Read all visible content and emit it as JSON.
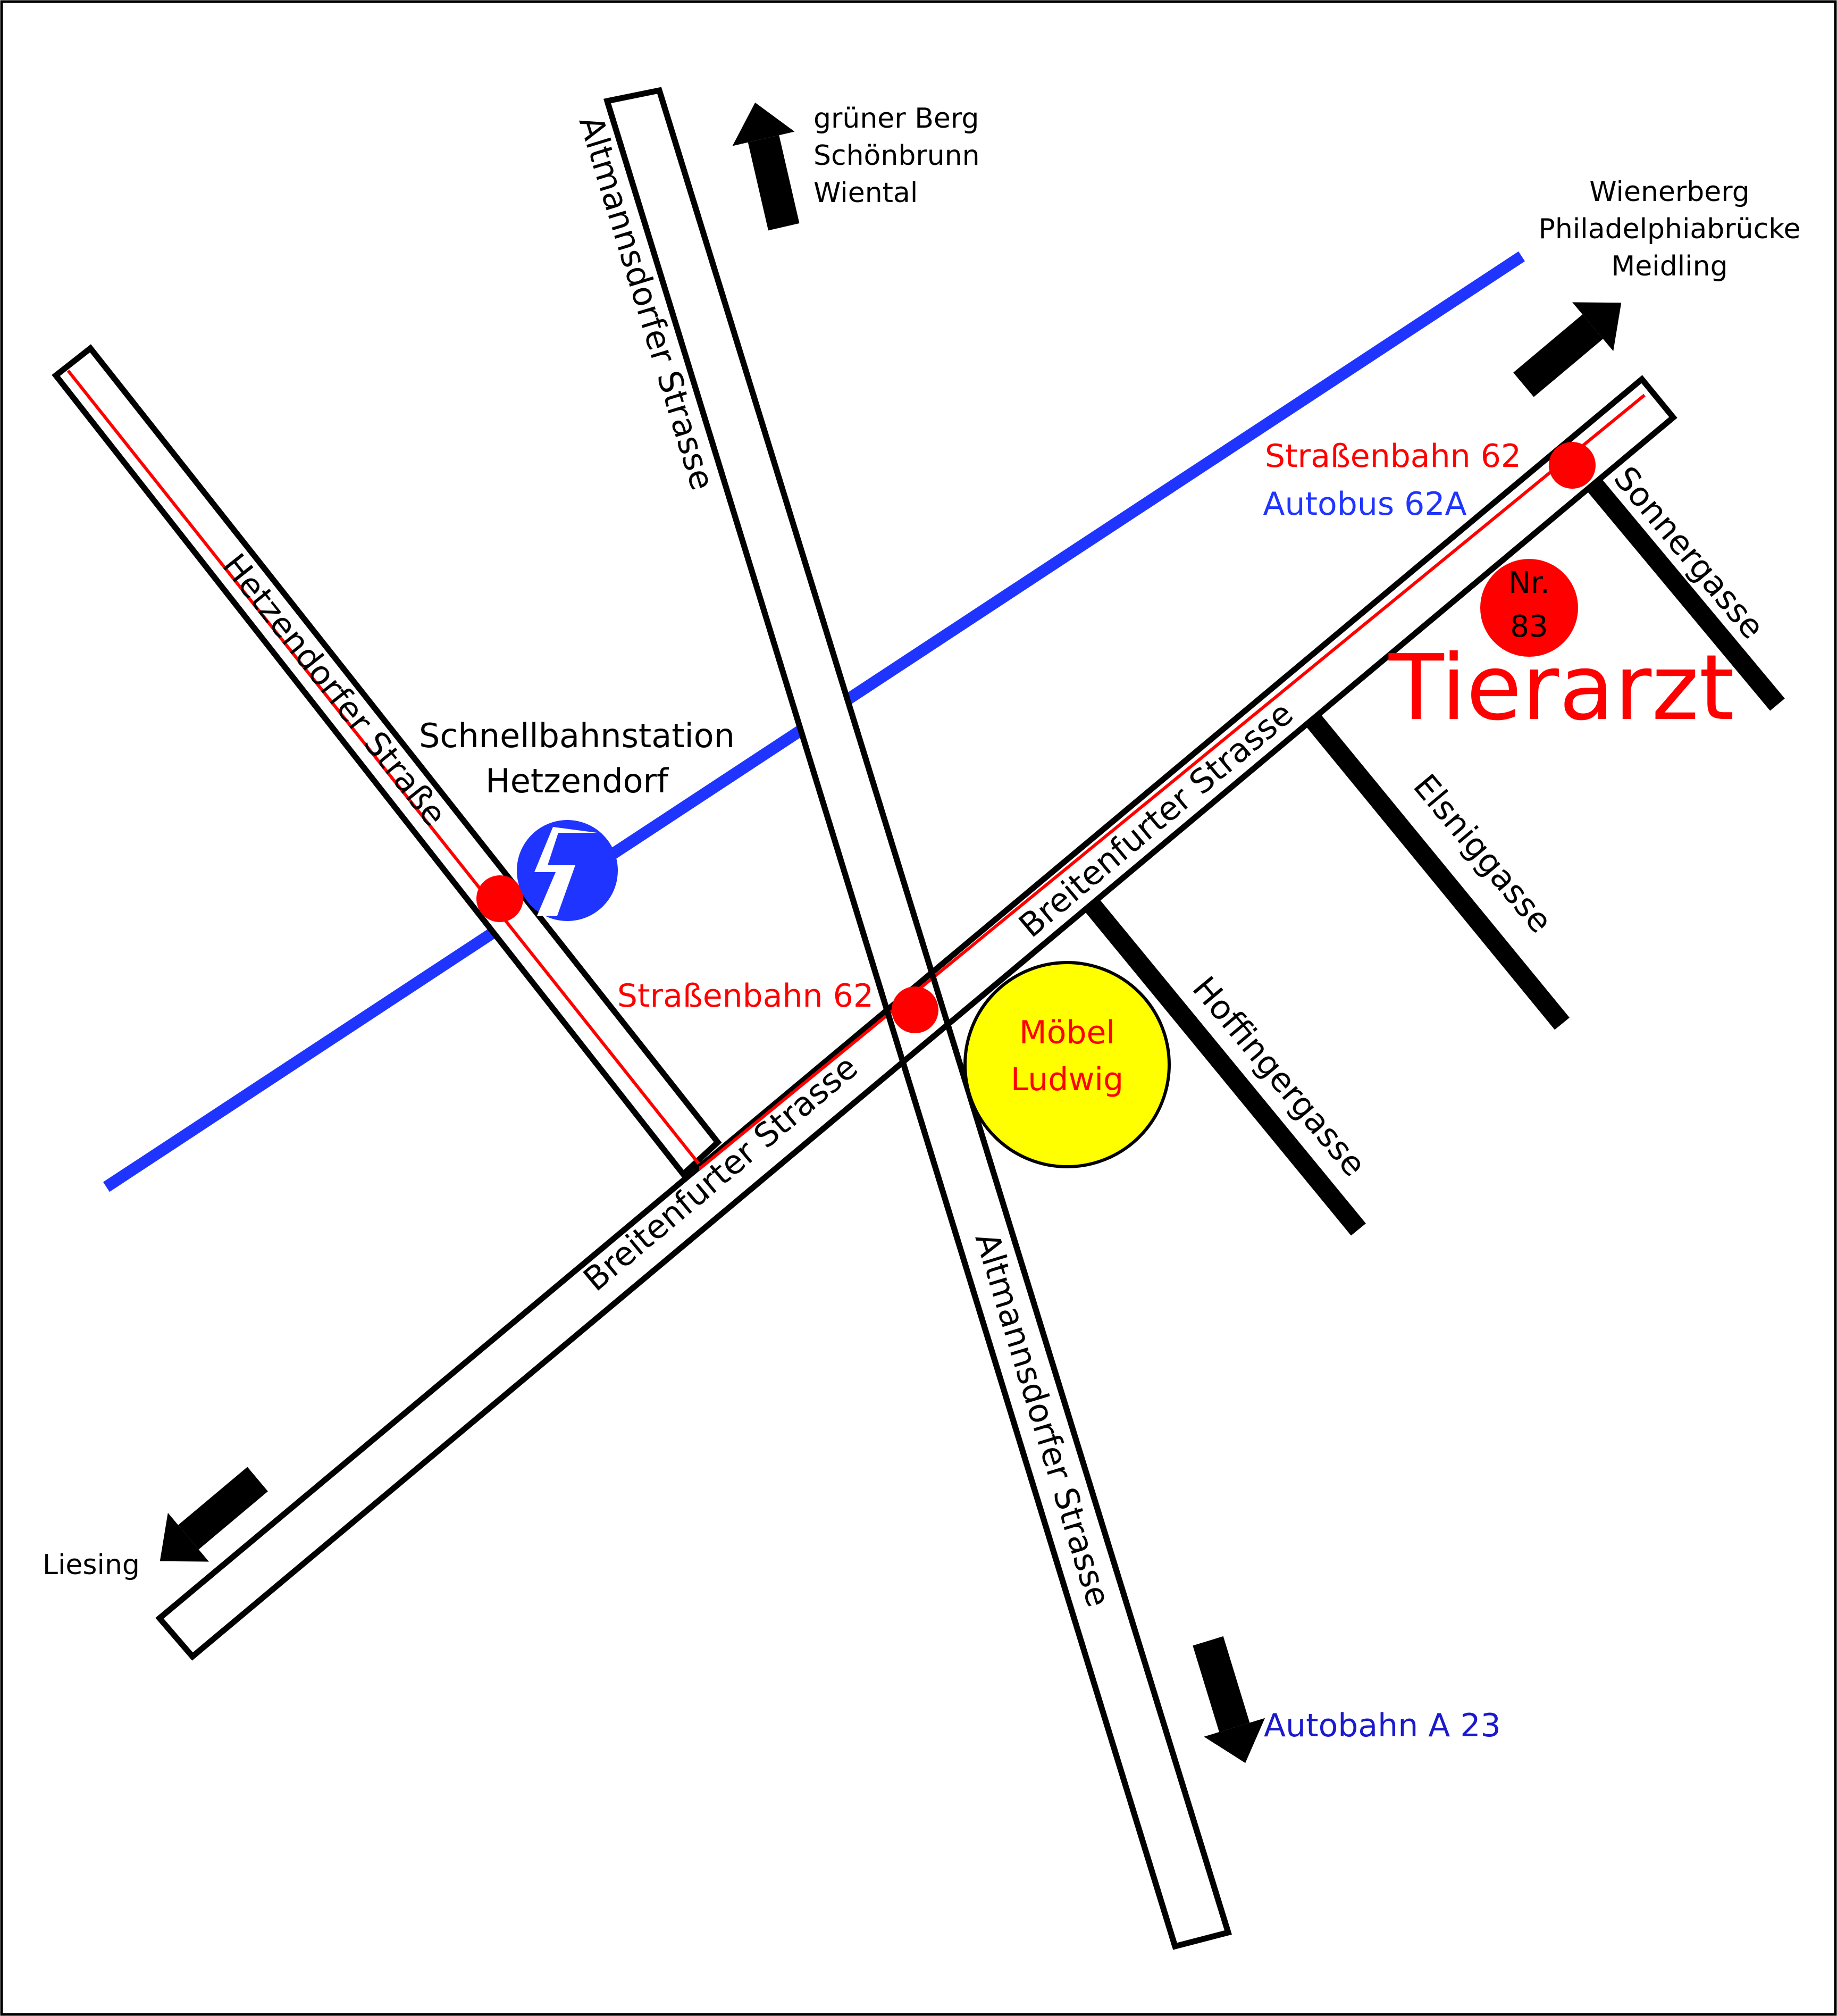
{
  "colors": {
    "tram": "#ff0000",
    "rail": "#1f35ff",
    "poi_fill": "#ffff00",
    "vet": "#ff0000",
    "highway_text": "#1a1acc",
    "road": "#000000",
    "background": "#ffffff"
  },
  "streets": {
    "altmannsdorfer_north": "Altmannsdorfer Strasse",
    "altmannsdorfer_south": "Altmannsdorfer Strasse",
    "hetzendorfer": "Hetzendorfer Straße",
    "breitenfurter_west": "Breitenfurter Strasse",
    "breitenfurter_east": "Breitenfurter Strasse",
    "sonnergasse": "Sonnergasse",
    "elsniggasse": "Elsniggasse",
    "hoffingergasse": "Hoffingergasse"
  },
  "directions": {
    "north": [
      "grüner Berg",
      "Schönbrunn",
      "Wiental"
    ],
    "northeast": [
      "Wienerberg",
      "Philadelphiabrücke",
      "Meidling"
    ],
    "southwest": "Liesing",
    "south": "Autobahn A 23"
  },
  "transit": {
    "tram_stop_center": "Straßenbahn 62",
    "tram_stop_east": "Straßenbahn 62",
    "bus_east": "Autobus 62A",
    "station_line1": "Schnellbahnstation",
    "station_line2": "Hetzendorf",
    "sbahn_icon": "s-bahn-logo-icon"
  },
  "poi": {
    "moebel_line1": "Möbel",
    "moebel_line2": "Ludwig"
  },
  "destination": {
    "nr_line1": "Nr.",
    "nr_line2": "83",
    "title": "Tierarzt"
  }
}
